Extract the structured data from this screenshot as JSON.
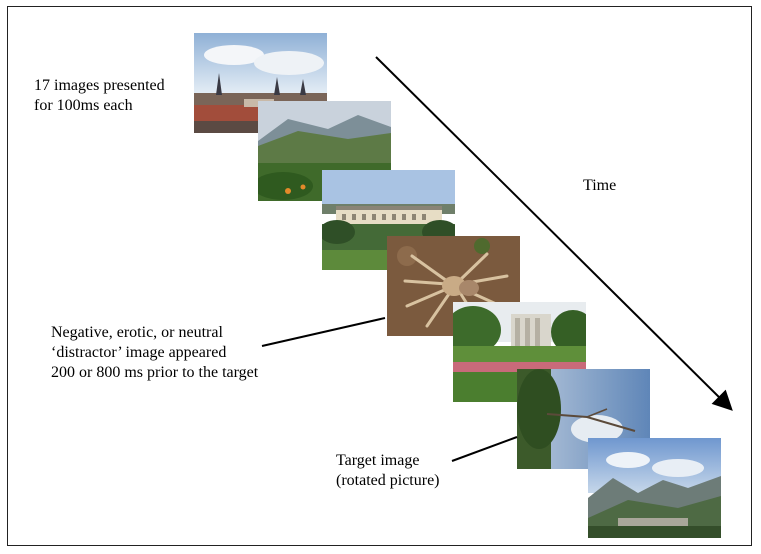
{
  "labels": {
    "sequence": "17 images presented\nfor 100ms each",
    "time": "Time",
    "distractor": "Negative, erotic, or neutral\n‘distractor’ image appeared\n200 or 800 ms prior to the target",
    "target": "Target image\n(rotated picture)"
  },
  "images": [
    {
      "subject": "city-skyline-photo"
    },
    {
      "subject": "green-valley-photo"
    },
    {
      "subject": "palace-photo"
    },
    {
      "subject": "spider-photo"
    },
    {
      "subject": "garden-mansion-photo"
    },
    {
      "subject": "rotated-tree-photo"
    },
    {
      "subject": "mountain-valley-photo"
    }
  ],
  "colors": {
    "line": "#000000",
    "border": "#222222"
  }
}
